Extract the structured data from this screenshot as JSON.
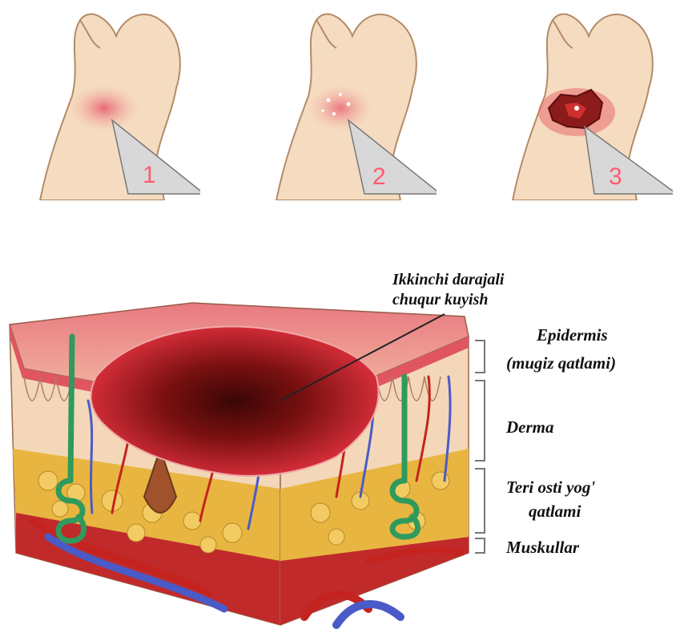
{
  "stages": [
    {
      "number": "1"
    },
    {
      "number": "2"
    },
    {
      "number": "3"
    }
  ],
  "callout": {
    "line1": "Ikkinchi darajali",
    "line2": "chuqur kuyish"
  },
  "layers": {
    "epidermis_line1": "Epidermis",
    "epidermis_line2": "(mugiz qatlami)",
    "derma": "Derma",
    "fat_line1": "Teri osti yog'",
    "fat_line2": "qatlami",
    "muscle": "Muskullar"
  },
  "colors": {
    "skin": "#f3d7b8",
    "burn": "#d9283a",
    "fat": "#e8b640",
    "vein": "#4a5bc7",
    "artery": "#c4231f",
    "gland": "#2f9a5c"
  }
}
